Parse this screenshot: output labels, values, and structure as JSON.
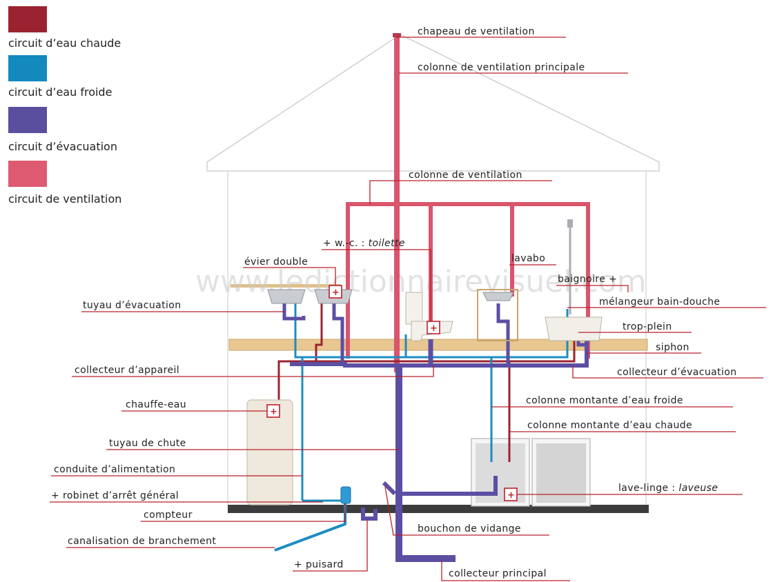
{
  "legend": [
    {
      "label": "circuit d’eau chaude",
      "color": "#9b2331"
    },
    {
      "label": "circuit d’eau froide",
      "color": "#1489bd"
    },
    {
      "label": "circuit d’évacuation",
      "color": "#5a4e9e"
    },
    {
      "label": "circuit de ventilation",
      "color": "#de5a70"
    }
  ],
  "watermark": "www.ledictionnairevisuel.com",
  "labels": {
    "chapeau_ventilation": "chapeau de ventilation",
    "colonne_ventilation_principale": "colonne de ventilation principale",
    "colonne_ventilation": "colonne de ventilation",
    "wc_prefix": "+ w.-c. :",
    "wc_italic": "toilette",
    "evier_double": "évier double",
    "lavabo": "lavabo",
    "baignoire": "baignoire +",
    "tuyau_evacuation": "tuyau d’évacuation",
    "melangeur": "mélangeur bain-douche",
    "trop_plein": "trop-plein",
    "siphon": "siphon",
    "collecteur_appareil": "collecteur d’appareil",
    "collecteur_evacuation": "collecteur d’évacuation",
    "chauffe_eau": "chauffe-eau",
    "colonne_froide": "colonne montante d’eau froide",
    "colonne_chaude": "colonne montante d’eau chaude",
    "tuyau_chute": "tuyau de chute",
    "conduite_alimentation": "conduite d’alimentation",
    "lave_linge_prefix": "lave-linge :",
    "lave_linge_italic": "laveuse",
    "robinet_arret": "+ robinet d’arrêt général",
    "compteur": "compteur",
    "bouchon_vidange": "bouchon de vidange",
    "canalisation_branchement": "canalisation de branchement",
    "puisard": "+ puisard",
    "collecteur_principal": "collecteur principal"
  },
  "plus_symbol": "+"
}
